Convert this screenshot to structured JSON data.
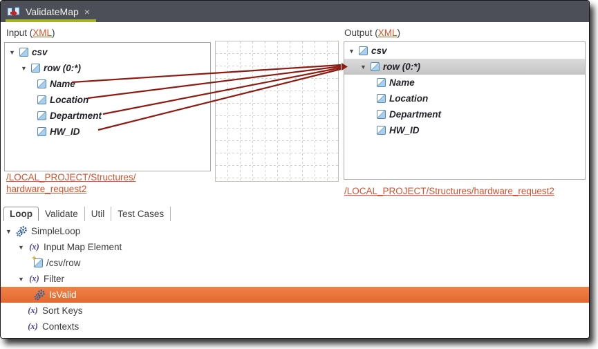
{
  "editor_tab": {
    "title": "ValidateMap",
    "close_glyph": "×",
    "icon": "map-document-icon"
  },
  "input_section": {
    "label_prefix": "Input (",
    "format_link": "XML",
    "label_suffix": ")",
    "structure_link_line1": "/LOCAL_PROJECT/Structures/",
    "structure_link_line2": "hardware_request2",
    "tree": {
      "items": [
        {
          "label": "csv",
          "icon": "xml-element-icon",
          "expanded": true
        },
        {
          "label": "row (0:*)",
          "icon": "xml-element-icon",
          "expanded": true
        },
        {
          "label": "Name",
          "icon": "xml-element-icon"
        },
        {
          "label": "Location",
          "icon": "xml-element-icon"
        },
        {
          "label": "Department",
          "icon": "xml-element-icon"
        },
        {
          "label": "HW_ID",
          "icon": "xml-element-icon"
        }
      ]
    }
  },
  "output_section": {
    "label_prefix": "Output (",
    "format_link": "XML",
    "label_suffix": ")",
    "structure_link": "/LOCAL_PROJECT/Structures/hardware_request2",
    "selected_item": "row (0:*)",
    "tree": {
      "items": [
        {
          "label": "csv",
          "icon": "xml-element-icon",
          "expanded": true
        },
        {
          "label": "row (0:*)",
          "icon": "xml-element-icon",
          "expanded": true,
          "selected": true
        },
        {
          "label": "Name",
          "icon": "xml-element-icon"
        },
        {
          "label": "Location",
          "icon": "xml-element-icon"
        },
        {
          "label": "Department",
          "icon": "xml-element-icon"
        },
        {
          "label": "HW_ID",
          "icon": "xml-element-icon"
        }
      ]
    }
  },
  "mappings": {
    "line_color": "#8e1b12",
    "links": [
      {
        "from": "Name",
        "to": "row (0:*)"
      },
      {
        "from": "Location",
        "to": "row (0:*)"
      },
      {
        "from": "Department",
        "to": "row (0:*)"
      },
      {
        "from": "HW_ID",
        "to": "row (0:*)"
      }
    ]
  },
  "bottom_tabs": {
    "items": [
      {
        "label": "Loop",
        "active": true
      },
      {
        "label": "Validate",
        "active": false
      },
      {
        "label": "Util",
        "active": false
      },
      {
        "label": "Test Cases",
        "active": false
      }
    ]
  },
  "loop_tree": {
    "items": [
      {
        "label": "SimpleLoop",
        "icon": "gears-icon",
        "expanded": true
      },
      {
        "label": "Input Map Element",
        "icon": "fx-icon",
        "expanded": true
      },
      {
        "label": "/csv/row",
        "icon": "new-xml-element-icon"
      },
      {
        "label": "Filter",
        "icon": "fx-icon",
        "expanded": true
      },
      {
        "label": "IsValid",
        "icon": "gears-icon",
        "selected": true
      },
      {
        "label": "Sort Keys",
        "icon": "fx-icon"
      },
      {
        "label": "Contexts",
        "icon": "fx-icon"
      }
    ]
  },
  "icons": {
    "fx_glyph": "(x)",
    "expander_glyph": "▼",
    "mapping_arrow_glyph": "▶"
  },
  "colors": {
    "tab_bar": "#4c4f57",
    "active_tab_underline": "#a6b41e",
    "selection_orange": "#e8713a",
    "selection_gray": "#cfcfcf",
    "mapping_line": "#8e1b12",
    "link_orange": "#d6512b"
  }
}
